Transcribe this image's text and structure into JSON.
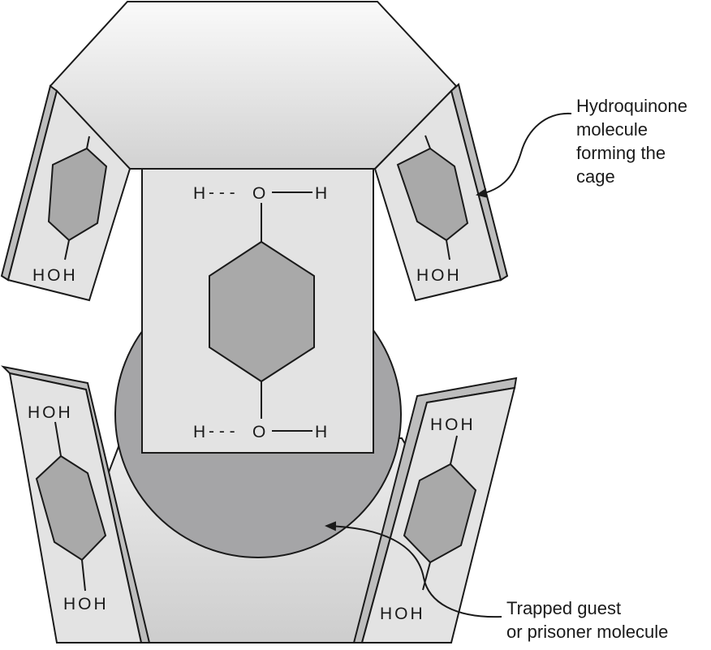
{
  "labels": {
    "hydroquinone": [
      "Hydroquinone",
      "molecule",
      "forming the",
      "cage"
    ],
    "guest": [
      "Trapped guest",
      "or prisoner molecule"
    ]
  },
  "molecule": {
    "hoh": "HOH",
    "h": "H",
    "dashes": "- - -",
    "o": "O"
  },
  "colors": {
    "panel_face": "#e3e3e3",
    "panel_edge": "#bdbdbd",
    "ring_fill": "#a9a9a9",
    "guest_fill": "#a5a5a7",
    "line": "#1a1a1a"
  }
}
